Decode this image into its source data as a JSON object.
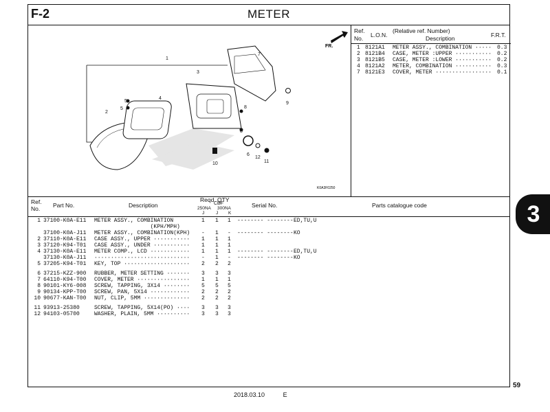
{
  "page": {
    "code": "F-2",
    "title": "METER",
    "section_tab": "3",
    "page_number": "59",
    "footer_date": "2018.03.10",
    "footer_rev": "E"
  },
  "illustration": {
    "fr_label": "FR.",
    "image_code": "K0A3F0250",
    "callouts": [
      "1",
      "2",
      "3",
      "4",
      "5",
      "5",
      "6",
      "7",
      "8",
      "8",
      "9",
      "10",
      "11",
      "12"
    ]
  },
  "ref_table": {
    "headers": {
      "ref": "Ref.",
      "no": "No.",
      "lon": "L.O.N.",
      "rel": "(Relative ref. Number)",
      "desc": "Description",
      "frt": "F.R.T."
    },
    "rows": [
      {
        "ref": "1",
        "lon": "8121A1",
        "desc": "METER ASSY., COMBINATION ·····",
        "frt": "0.3"
      },
      {
        "ref": "2",
        "lon": "8121B4",
        "desc": "CASE, METER :UPPER ···········",
        "frt": "0.2"
      },
      {
        "ref": "3",
        "lon": "8121B5",
        "desc": "CASE, METER :LOWER ···········",
        "frt": "0.2"
      },
      {
        "ref": "4",
        "lon": "8121A2",
        "desc": "METER, COMBINATION ···········",
        "frt": "0.3"
      },
      {
        "ref": "7",
        "lon": "8121E3",
        "desc": "COVER, METER ·················",
        "frt": "0.1"
      }
    ]
  },
  "parts_list": {
    "headers": {
      "ref": "Ref.",
      "no": "No.",
      "part_no": "Part No.",
      "desc": "Description",
      "qty": "Reqd. QTY",
      "model": "CBF",
      "col1": "250NA",
      "col2": "300NA",
      "sub1": "J",
      "sub2": "J",
      "sub3": "K",
      "serial": "Serial No.",
      "catalogue": "Parts catalogue code"
    },
    "rows": [
      {
        "ref": "1",
        "part": "37100-K0A-E11",
        "desc": "METER ASSY., COMBINATION",
        "q1": "1",
        "q2": "1",
        "q3": "1",
        "serial": "-------- --------",
        "code": "ED,TU,U"
      },
      {
        "ref": "",
        "part": "",
        "desc": "                 (KPH/MPH)",
        "q1": "",
        "q2": "",
        "q3": "",
        "serial": "",
        "code": ""
      },
      {
        "ref": "",
        "part": "37100-K0A-J11",
        "desc": "METER ASSY., COMBINATION(KPH)",
        "q1": "-",
        "q2": "1",
        "q3": "-",
        "serial": "-------- --------",
        "code": "KO"
      },
      {
        "ref": "2",
        "part": "37110-K0A-E11",
        "desc": "CASE ASSY., UPPER ···········",
        "q1": "1",
        "q2": "1",
        "q3": "1",
        "serial": "",
        "code": ""
      },
      {
        "ref": "3",
        "part": "37120-K94-T01",
        "desc": "CASE ASSY., UNDER ···········",
        "q1": "1",
        "q2": "1",
        "q3": "1",
        "serial": "",
        "code": ""
      },
      {
        "ref": "4",
        "part": "37130-K0A-E11",
        "desc": "METER COMP., LCD ············",
        "q1": "1",
        "q2": "1",
        "q3": "1",
        "serial": "-------- --------",
        "code": "ED,TU,U"
      },
      {
        "ref": "",
        "part": "37130-K0A-J11",
        "desc": "·····························",
        "q1": "-",
        "q2": "1",
        "q3": "-",
        "serial": "-------- --------",
        "code": "KO"
      },
      {
        "ref": "5",
        "part": "37205-K94-T01",
        "desc": "KEY, TOP ····················",
        "q1": "2",
        "q2": "2",
        "q3": "2",
        "serial": "",
        "code": ""
      },
      {
        "ref": "6",
        "part": "37215-KZZ-900",
        "desc": "RUBBER, METER SETTING ·······",
        "q1": "3",
        "q2": "3",
        "q3": "3",
        "serial": "",
        "code": ""
      },
      {
        "ref": "7",
        "part": "64110-K94-T00",
        "desc": "COVER, METER ················",
        "q1": "1",
        "q2": "1",
        "q3": "1",
        "serial": "",
        "code": ""
      },
      {
        "ref": "8",
        "part": "90101-KY6-008",
        "desc": "SCREW, TAPPING, 3X14 ········",
        "q1": "5",
        "q2": "5",
        "q3": "5",
        "serial": "",
        "code": ""
      },
      {
        "ref": "9",
        "part": "90134-KPP-T00",
        "desc": "SCREW, PAN, 5X14 ············",
        "q1": "2",
        "q2": "2",
        "q3": "2",
        "serial": "",
        "code": ""
      },
      {
        "ref": "10",
        "part": "90677-KAN-T00",
        "desc": "NUT, CLIP, 5MM ··············",
        "q1": "2",
        "q2": "2",
        "q3": "2",
        "serial": "",
        "code": ""
      },
      {
        "ref": "11",
        "part": "93913-25380",
        "desc": "SCREW, TAPPING, 5X14(PO) ····",
        "q1": "3",
        "q2": "3",
        "q3": "3",
        "serial": "",
        "code": ""
      },
      {
        "ref": "12",
        "part": "94103-05700",
        "desc": "WASHER, PLAIN, 5MM ··········",
        "q1": "3",
        "q2": "3",
        "q3": "3",
        "serial": "",
        "code": ""
      }
    ]
  }
}
